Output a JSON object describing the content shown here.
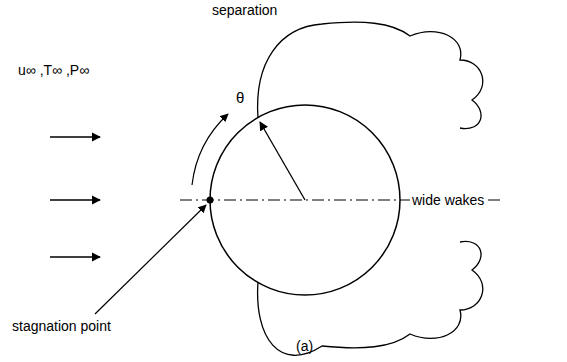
{
  "diagram": {
    "labels": [
      "u∞ ,T∞ ,P∞",
      "separation",
      "θ",
      "wide wakes",
      "stagnation point",
      "(a)"
    ]
  }
}
